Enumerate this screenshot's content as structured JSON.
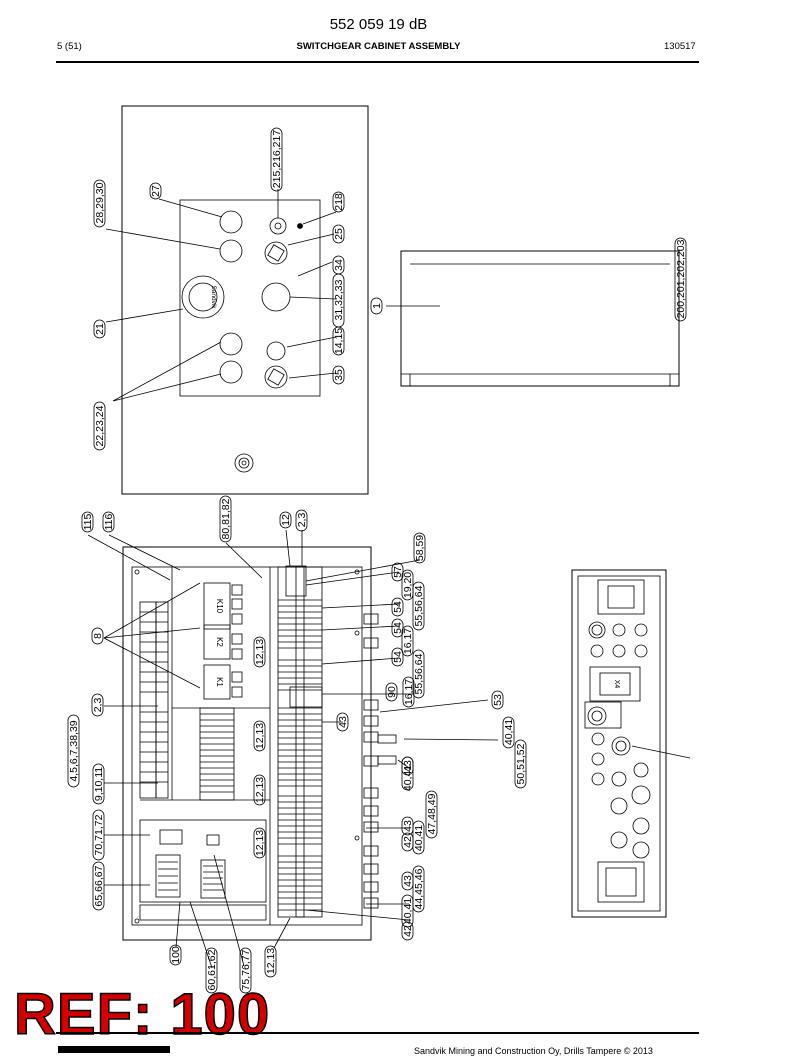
{
  "header": {
    "doc_number": "552 059 19 dB",
    "page": "5 (51)",
    "title": "SWITCHGEAR CABINET ASSEMBLY",
    "date": "130517"
  },
  "callouts": {
    "c_215": "215,216,217",
    "c_27": "27",
    "c_28": "28,29,30",
    "c_218": "218",
    "c_25": "25",
    "c_34": "34",
    "c_31": "31,32,33",
    "c_21": "21",
    "c_14": "14,15",
    "c_35": "35",
    "c_22": "22,23,24",
    "c_1": "1",
    "c_200": "200,201,202,203",
    "c_115": "115",
    "c_116": "116",
    "c_80": "80,81,82",
    "c_12a": "12",
    "c_23a": "2,3",
    "c_58": "58,59",
    "c_57": "57",
    "c_19": "19,20",
    "c_54a": "54",
    "c_55a": "55,56,64",
    "c_54b": "54",
    "c_16a": "16,17",
    "c_54c": "54",
    "c_55b": "55,56,64",
    "c_90": "90",
    "c_16b": "16,17",
    "c_53": "53",
    "c_8": "8",
    "c_1213a": "12,13",
    "c_23b": "2,3",
    "c_43a": "43",
    "c_4041a": "40,41",
    "c_4567": "4,5,6,7,38,39",
    "c_1213b": "12,13",
    "c_43b": "43",
    "c_4041b": "40,41",
    "c_50": "50,51,52",
    "c_91011": "9,10,11",
    "c_1213c": "12,13",
    "c_47": "47,48,49",
    "c_70": "70,71,72",
    "c_42a": "42",
    "c_43c": "43",
    "c_4041c": "40,41",
    "c_1213d": "12,13",
    "c_65": "65,66,67",
    "c_43d": "43",
    "c_44": "44,45,46",
    "c_42b": "42",
    "c_4041d": "40,41",
    "c_100": "100",
    "c_60": "60,61,62",
    "c_75": "75,76,77",
    "c_1213e": "12,13"
  },
  "component_labels": {
    "relay_k10": "K10",
    "relay_k2": "K2",
    "relay_k1": "K1",
    "connector_x4": "X4",
    "knob_brand": "Sandvik"
  },
  "watermark": "REF: 100",
  "footer": {
    "copyright": "Sandvik Mining and Construction Oy, Drills Tampere © 2013"
  }
}
